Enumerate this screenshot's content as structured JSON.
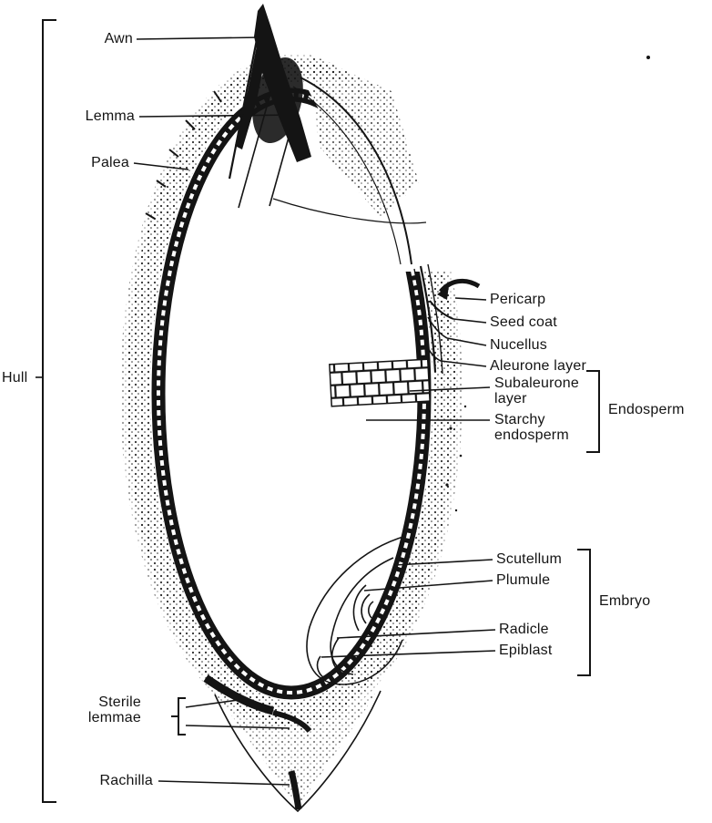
{
  "figure": {
    "background": "#ffffff",
    "ink": "#141414"
  },
  "labels": {
    "awn": "Awn",
    "lemma": "Lemma",
    "palea": "Palea",
    "hull": "Hull",
    "pericarp": "Pericarp",
    "seed_coat": "Seed coat",
    "nucellus": "Nucellus",
    "aleurone_layer": "Aleurone layer",
    "subaleurone_layer": "Subaleurone\nlayer",
    "starchy_endosperm": "Starchy\nendosperm",
    "endosperm": "Endosperm",
    "scutellum": "Scutellum",
    "plumule": "Plumule",
    "radicle": "Radicle",
    "epiblast": "Epiblast",
    "embryo": "Embryo",
    "sterile_lemmae": "Sterile\nlemmae",
    "rachilla": "Rachilla"
  }
}
